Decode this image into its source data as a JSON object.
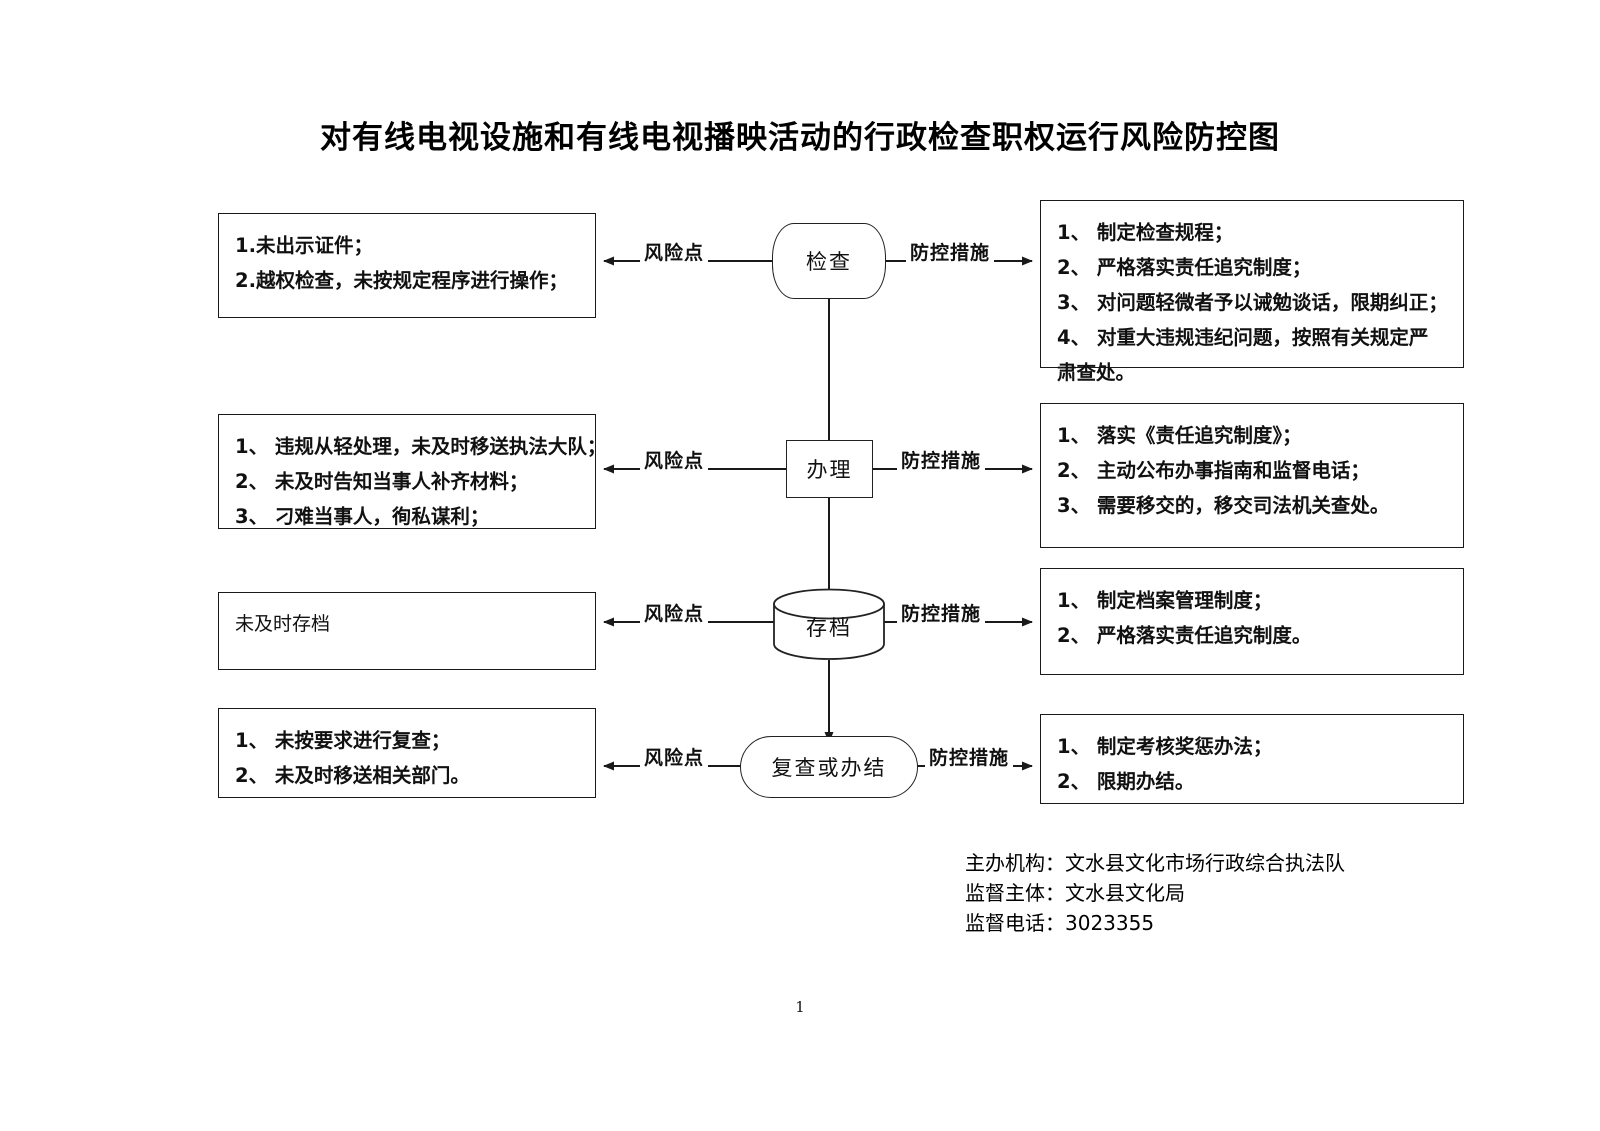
{
  "document": {
    "title": "对有线电视设施和有线电视播映活动的行政检查职权运行风险防控图",
    "page_number": "1"
  },
  "flow": {
    "nodes": [
      {
        "id": "inspect",
        "label": "检查",
        "shape": "rounded"
      },
      {
        "id": "handle",
        "label": "办理",
        "shape": "rect"
      },
      {
        "id": "archive",
        "label": "存档",
        "shape": "cylinder"
      },
      {
        "id": "review",
        "label": "复查或办结",
        "shape": "stadium"
      }
    ],
    "left_connector_label": "风险点",
    "right_connector_label": "防控措施"
  },
  "rows": [
    {
      "risk_label": "风险点",
      "measure_label": "防控措施",
      "risks": [
        "1.未出示证件；",
        "2.越权检查，未按规定程序进行操作；"
      ],
      "measures": [
        "1、 制定检查规程；",
        "2、 严格落实责任追究制度；",
        "3、 对问题轻微者予以诫勉谈话，限期纠正；",
        "4、 对重大违规违纪问题，按照有关规定严肃查处。"
      ]
    },
    {
      "risk_label": "风险点",
      "measure_label": "防控措施",
      "risks": [
        "1、 违规从轻处理，未及时移送执法大队；",
        "2、 未及时告知当事人补齐材料；",
        "3、 刁难当事人，徇私谋利；"
      ],
      "measures": [
        "1、 落实《责任追究制度》；",
        "2、 主动公布办事指南和监督电话；",
        "3、 需要移交的，移交司法机关查处。"
      ]
    },
    {
      "risk_label": "风险点",
      "measure_label": "防控措施",
      "risks": [
        "未及时存档"
      ],
      "measures": [
        "1、 制定档案管理制度；",
        "2、 严格落实责任追究制度。"
      ]
    },
    {
      "risk_label": "风险点",
      "measure_label": "防控措施",
      "risks": [
        "1、 未按要求进行复查；",
        "2、 未及时移送相关部门。"
      ],
      "measures": [
        "1、 制定考核奖惩办法；",
        "2、 限期办结。"
      ]
    }
  ],
  "footer": {
    "organizer": "主办机构：文水县文化市场行政综合执法队",
    "supervisor": "监督主体：文水县文化局",
    "phone": "监督电话：3023355"
  },
  "colors": {
    "ink": "#111111",
    "line": "#1a1a1a",
    "paper": "#ffffff"
  }
}
